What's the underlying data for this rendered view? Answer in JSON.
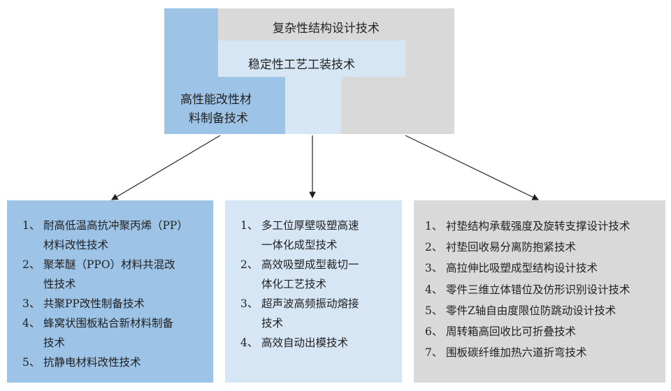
{
  "colors": {
    "blue": "#9DC3E6",
    "light_blue": "#D6E6F5",
    "gray": "#D9D9D9"
  },
  "top": {
    "structure": "复杂性结构设计技术",
    "process": "稳定性工艺工装技术",
    "material_line1": "高性能改性材",
    "material_line2": "料制备技术"
  },
  "material_items": [
    {
      "num": "1、",
      "lines": [
        "耐高低温高抗冲聚丙烯（PP）",
        "材料改性技术"
      ]
    },
    {
      "num": "2、",
      "lines": [
        "聚苯醚（PPO）材料共混改",
        "性技术"
      ]
    },
    {
      "num": "3、",
      "lines": [
        "共聚PP改性制备技术"
      ]
    },
    {
      "num": "4、",
      "lines": [
        "蜂窝状围板粘合新材料制备",
        "技术"
      ]
    },
    {
      "num": "5、",
      "lines": [
        "抗静电材料改性技术"
      ]
    }
  ],
  "process_items": [
    {
      "num": "1、",
      "lines": [
        "多工位厚壁吸塑高速",
        "一体化成型技术"
      ]
    },
    {
      "num": "2、",
      "lines": [
        "高效吸塑成型裁切一",
        "体化工艺技术"
      ]
    },
    {
      "num": "3、",
      "lines": [
        "超声波高频振动熔接",
        "技术"
      ]
    },
    {
      "num": "4、",
      "lines": [
        "高效自动出模技术"
      ]
    }
  ],
  "structure_items": [
    {
      "num": "1、",
      "lines": [
        "衬垫结构承载强度及旋转支撑设计技术"
      ]
    },
    {
      "num": "2、",
      "lines": [
        "衬垫回收易分离防抱紧技术"
      ]
    },
    {
      "num": "3、",
      "lines": [
        "高拉伸比吸塑成型结构设计技术"
      ]
    },
    {
      "num": "4、",
      "lines": [
        "零件三维立体错位及仿形识别设计技术"
      ]
    },
    {
      "num": "5、",
      "lines": [
        "零件Z轴自由度限位防跳动设计技术"
      ]
    },
    {
      "num": "6、",
      "lines": [
        "周转箱高回收比可折叠技术"
      ]
    },
    {
      "num": "7、",
      "lines": [
        "围板碳纤维加热六道折弯技术"
      ]
    }
  ]
}
